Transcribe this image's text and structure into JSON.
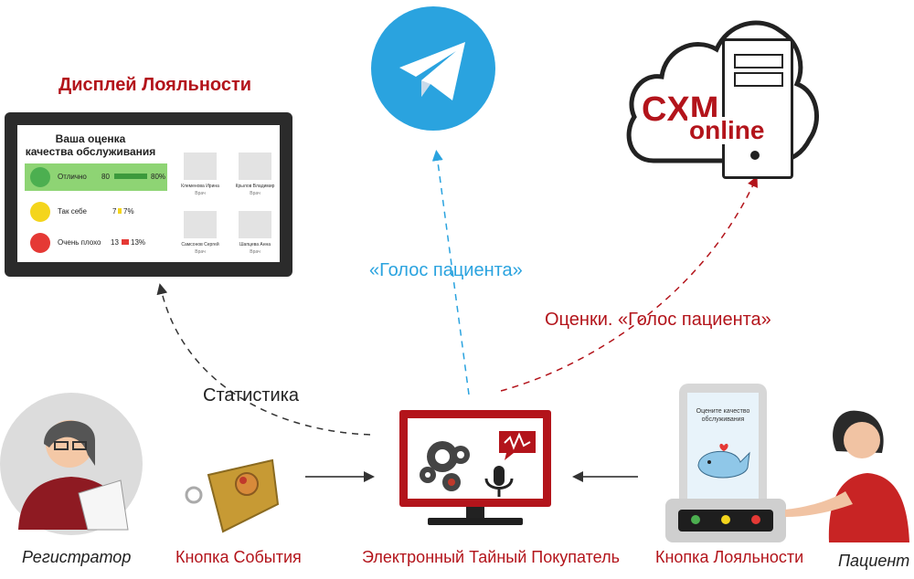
{
  "labels": {
    "display_title": "Дисплей Лояльности",
    "statistics": "Статистика",
    "telegram_voice": "«Голос пациента»",
    "ratings_voice": "Оценки. «Голос пациента»",
    "registrar": "Регистратор",
    "event_button": "Кнопка События",
    "mystery_shopper": "Электронный Тайный Покупатель",
    "loyalty_button": "Кнопка Лояльности",
    "patient": "Пациент"
  },
  "cloud": {
    "line1": "CXM",
    "line2": "online"
  },
  "display": {
    "title_line1": "Ваша оценка",
    "title_line2": "качества обслуживания",
    "rows": [
      {
        "name": "Отлично",
        "count": "80",
        "pct": "80%"
      },
      {
        "name": "Так себе",
        "count": "7",
        "pct": "7%"
      },
      {
        "name": "Очень плохо",
        "count": "13",
        "pct": "13%"
      }
    ],
    "doctors": [
      {
        "name": "Клеменова Ирина",
        "role": "Врач"
      },
      {
        "name": "Крылов Владимир",
        "role": "Врач"
      },
      {
        "name": "Самсонов Сергей",
        "role": "Врач"
      },
      {
        "name": "Шапцева Анна",
        "role": "Врач"
      }
    ]
  },
  "kiosk": {
    "prompt_line1": "Оцените качество",
    "prompt_line2": "обслуживания"
  },
  "colors": {
    "brand_red": "#b3141b",
    "telegram_blue": "#2aa3df",
    "good_green": "#8ed474"
  },
  "icons": [
    "telegram-icon",
    "cloud-server-icon",
    "gears-icon",
    "microphone-icon",
    "speech-bubble-icon",
    "whale-icon",
    "key-fob-icon",
    "registrar-avatar-icon",
    "patient-icon"
  ]
}
